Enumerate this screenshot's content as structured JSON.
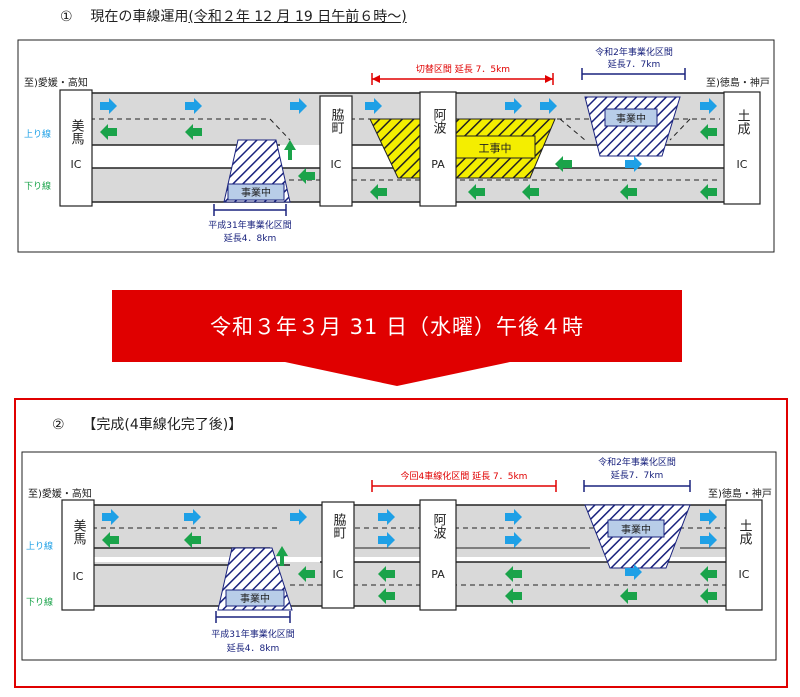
{
  "step1": {
    "number": "①",
    "title_prefix": "現在の車線運用",
    "title_date": "(令和２年 12 月 19 日午前６時～)"
  },
  "banner": {
    "text": "令和３年３月 31 日（水曜）午後４時"
  },
  "step2": {
    "number": "②",
    "title": "【完成(4車線化完了後)】"
  },
  "diagram1": {
    "dest_left": "至)愛媛・高知",
    "dest_right": "至)徳島・神戸",
    "lane_up": "上り線",
    "lane_down": "下り線",
    "ic_mima": "美馬",
    "ic_mima_sub": "IC",
    "ic_waki": "脇町",
    "ic_waki_sub": "IC",
    "pa_awa": "阿波",
    "pa_awa_sub": "PA",
    "ic_dono": "土成",
    "ic_dono_sub": "IC",
    "section_mid_label": "切替区間 延長 7．5km",
    "section_right_label1": "令和2年事業化区間",
    "section_right_label2": "延長7．7km",
    "section_left_label1": "平成31年事業化区間",
    "section_left_label2": "延長4．8km",
    "project_tag": "事業中",
    "construction_tag": "工事中"
  },
  "diagram2": {
    "dest_left": "至)愛媛・高知",
    "dest_right": "至)徳島・神戸",
    "lane_up": "上り線",
    "lane_down": "下り線",
    "ic_mima": "美馬",
    "ic_mima_sub": "IC",
    "ic_waki": "脇町",
    "ic_waki_sub": "IC",
    "pa_awa": "阿波",
    "pa_awa_sub": "PA",
    "ic_dono": "土成",
    "ic_dono_sub": "IC",
    "section_mid_label": "今回4車線化区間 延長 7．5km",
    "section_right_label1": "令和2年事業化区間",
    "section_right_label2": "延長7．7km",
    "section_left_label1": "平成31年事業化区間",
    "section_left_label2": "延長4．8km",
    "project_tag": "事業中"
  },
  "colors": {
    "arrow_up": "#1ea0e6",
    "arrow_down": "#1aa34a",
    "banner": "#e00000",
    "hatch": "#1a237e",
    "construction": "#f4ee00",
    "road": "#d9d9d9"
  }
}
